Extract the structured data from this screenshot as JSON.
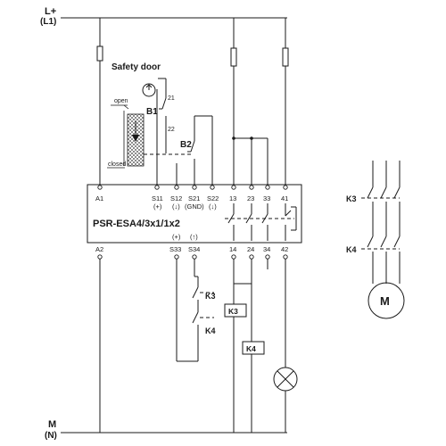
{
  "supply": {
    "top_line1": "L+",
    "top_line2": "(L1)",
    "bottom_line1": "M",
    "bottom_line2": "(N)"
  },
  "door": {
    "title": "Safety door",
    "open": "open",
    "closed": "closed"
  },
  "switches": {
    "b1": "B1",
    "b2": "B2",
    "b1_pin_a": "21",
    "b1_pin_b": "22"
  },
  "relay": {
    "model": "PSR-ESA4/3x1/1x2",
    "top_terminals": [
      {
        "name": "A1",
        "sub": ""
      },
      {
        "name": "S11",
        "sub": "(+)"
      },
      {
        "name": "S12",
        "sub": "(↓)"
      },
      {
        "name": "S21",
        "sub": "(GND)"
      },
      {
        "name": "S22",
        "sub": "(↓)"
      },
      {
        "name": "13",
        "sub": ""
      },
      {
        "name": "23",
        "sub": ""
      },
      {
        "name": "33",
        "sub": ""
      },
      {
        "name": "41",
        "sub": ""
      }
    ],
    "bottom_terminals": [
      {
        "name": "A2",
        "sub": ""
      },
      {
        "name": "S33",
        "sub": "(+)"
      },
      {
        "name": "S34",
        "sub": "(↑)"
      },
      {
        "name": "14",
        "sub": ""
      },
      {
        "name": "24",
        "sub": ""
      },
      {
        "name": "34",
        "sub": ""
      },
      {
        "name": "42",
        "sub": ""
      }
    ]
  },
  "feedback": {
    "k3": "K3",
    "k4": "K4"
  },
  "coils": {
    "k3": "K3",
    "k4": "K4"
  },
  "motor": {
    "k3": "K3",
    "k4": "K4",
    "symbol": "M"
  }
}
